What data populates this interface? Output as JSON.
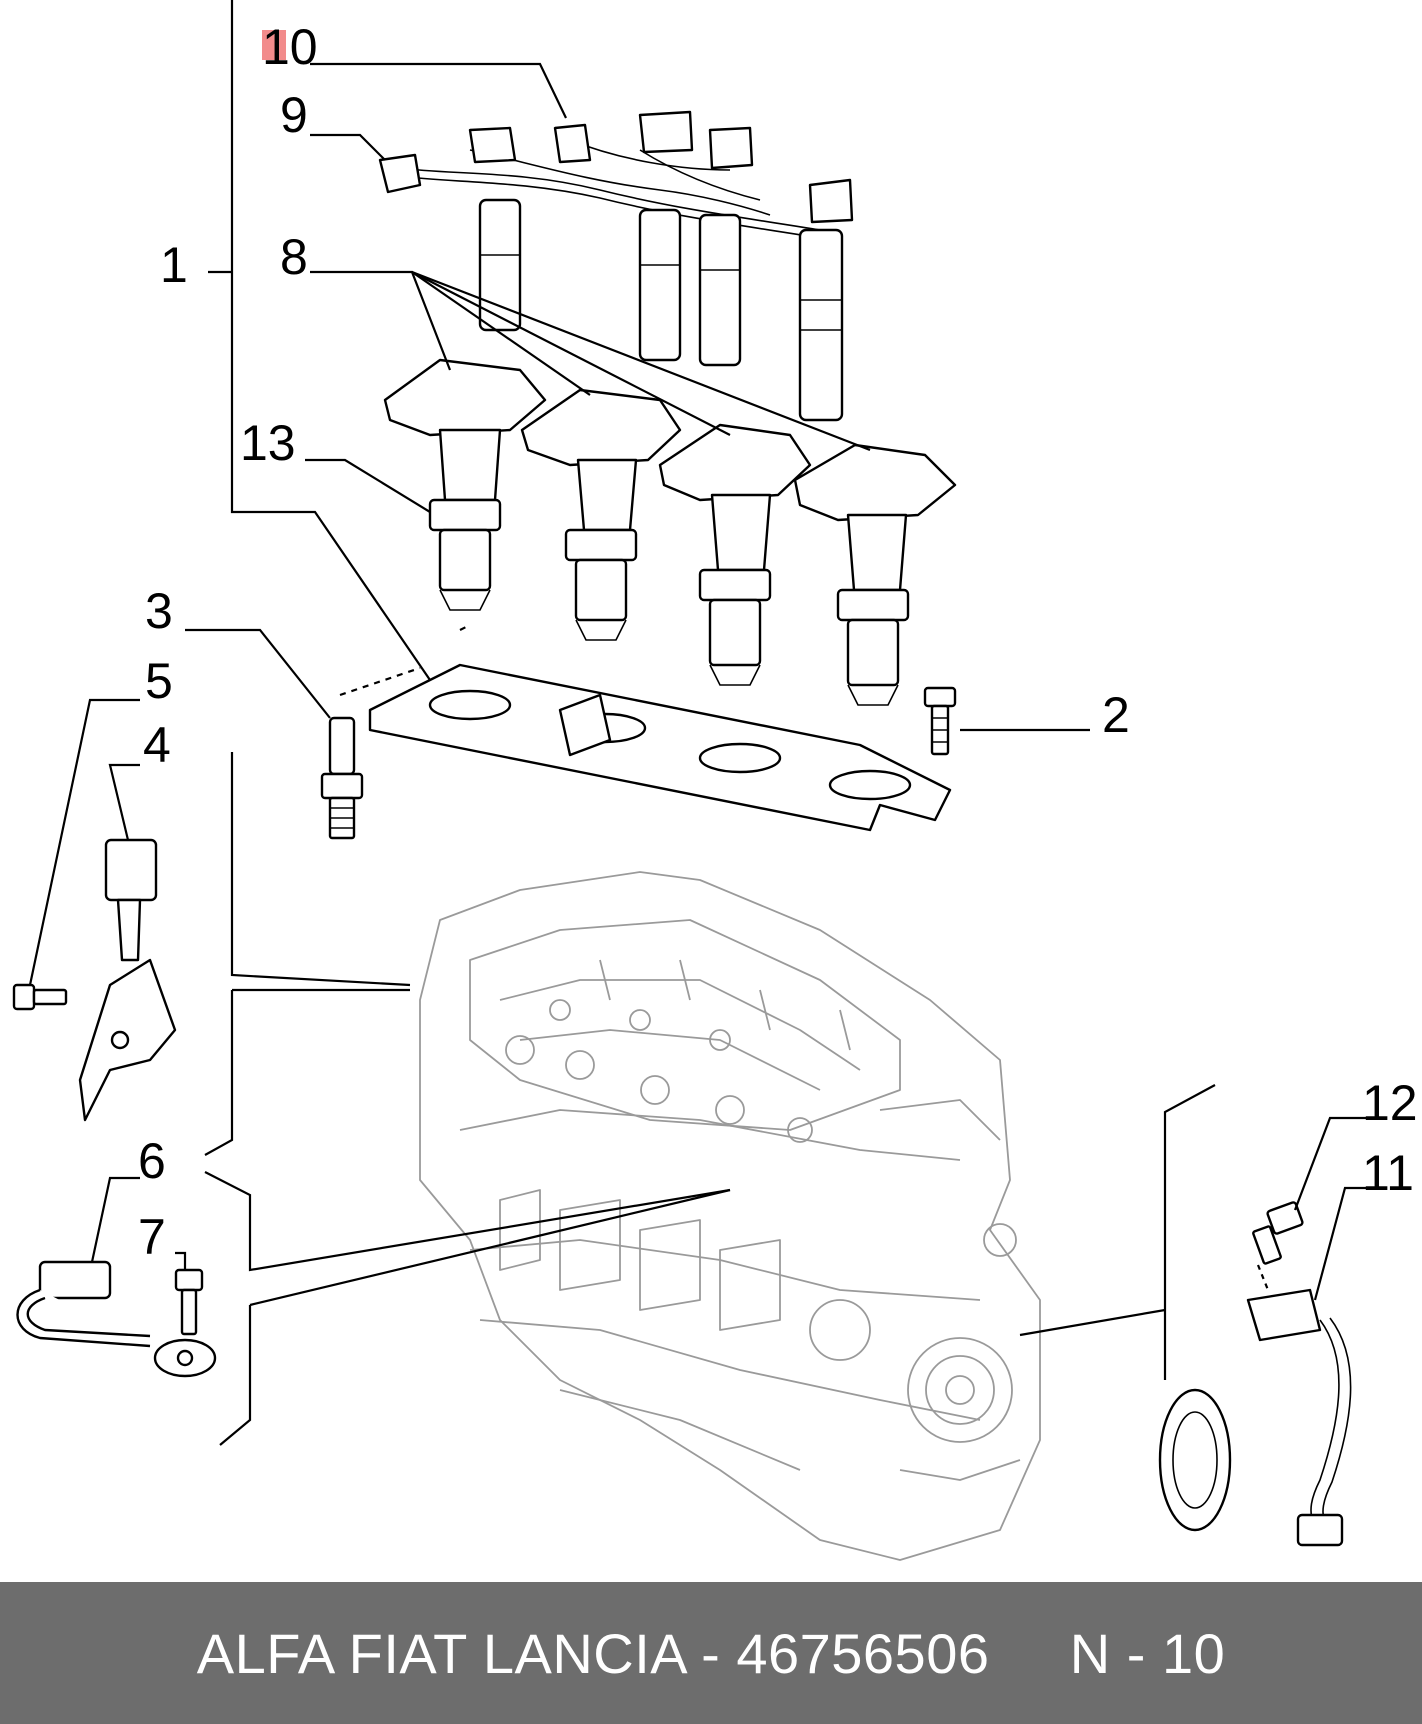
{
  "diagram": {
    "callouts": [
      {
        "id": "1",
        "label": "1"
      },
      {
        "id": "2",
        "label": "2"
      },
      {
        "id": "3",
        "label": "3"
      },
      {
        "id": "4",
        "label": "4"
      },
      {
        "id": "5",
        "label": "5"
      },
      {
        "id": "6",
        "label": "6"
      },
      {
        "id": "7",
        "label": "7"
      },
      {
        "id": "8",
        "label": "8"
      },
      {
        "id": "9",
        "label": "9"
      },
      {
        "id": "10",
        "label": "10"
      },
      {
        "id": "11",
        "label": "11"
      },
      {
        "id": "12",
        "label": "12"
      },
      {
        "id": "13",
        "label": "13"
      }
    ],
    "highlight_color": "#f28b8b"
  },
  "footer": {
    "text": "ALFA FIAT LANCIA - 46756506     N - 10",
    "background": "#6d6d6d",
    "color": "#ffffff"
  }
}
